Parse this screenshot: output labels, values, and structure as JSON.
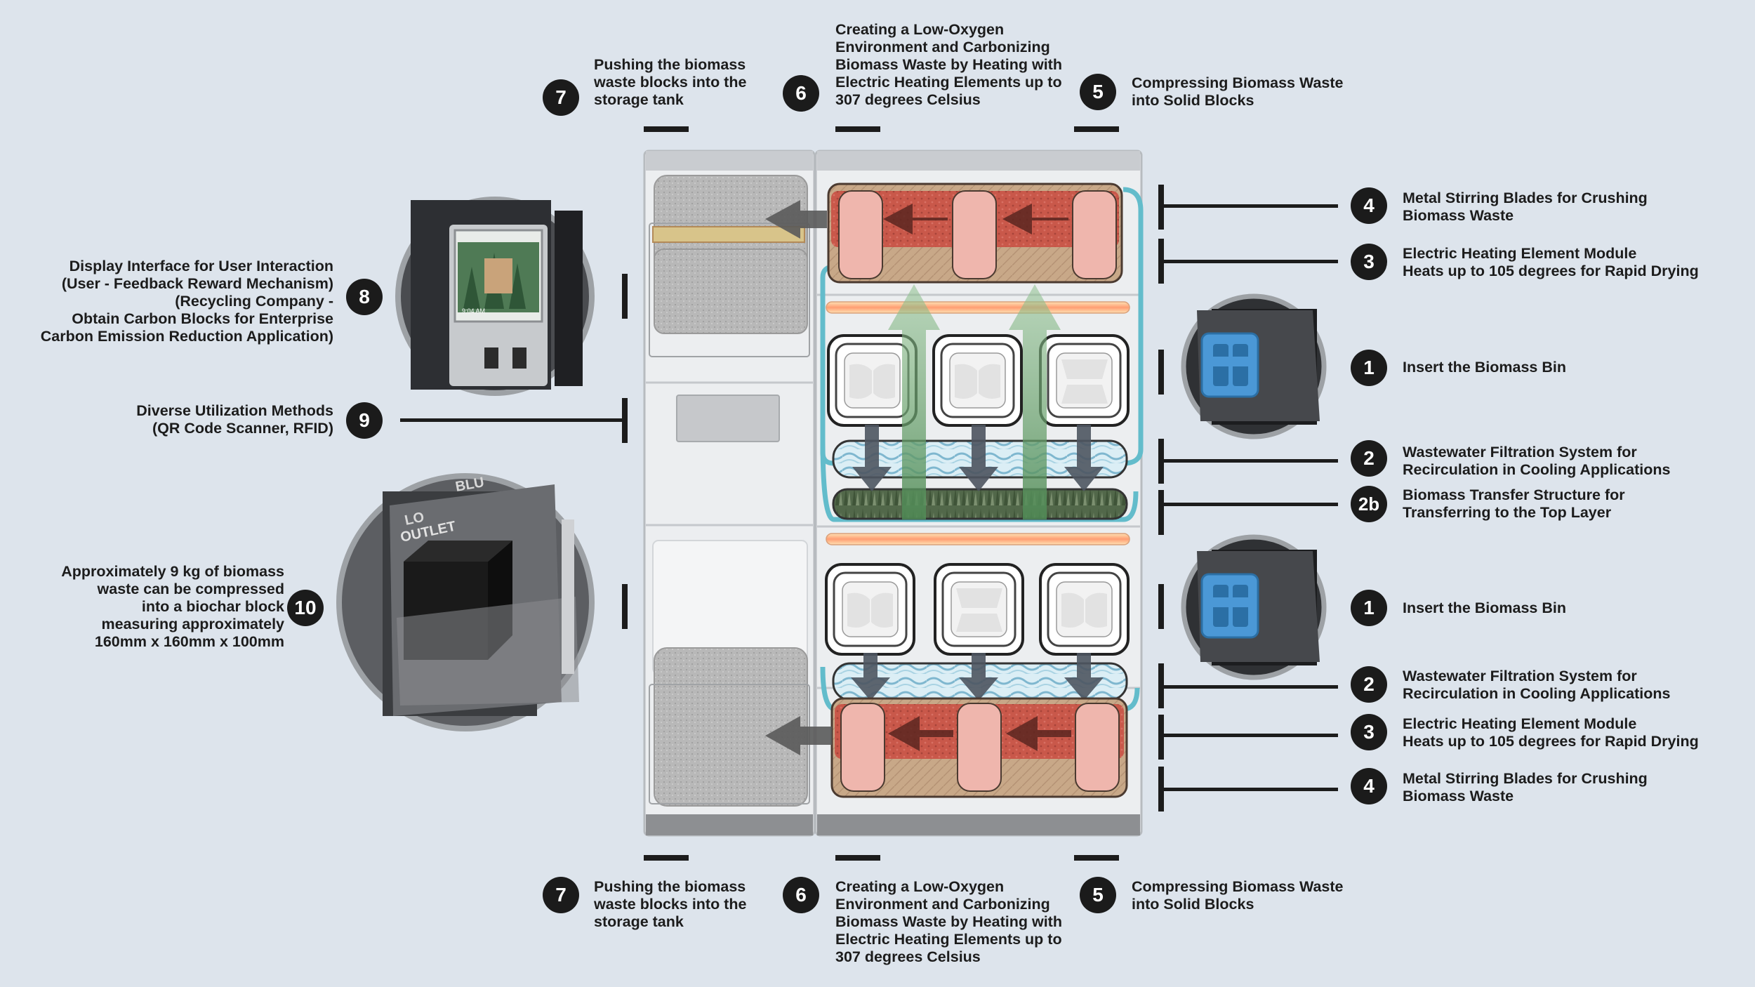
{
  "callouts": {
    "c7_top": {
      "num": "7",
      "text": "Pushing the biomass\nwaste blocks into the\nstorage tank"
    },
    "c6_top": {
      "num": "6",
      "text": "Creating a Low-Oxygen\nEnvironment and Carbonizing\nBiomass Waste by Heating with\nElectric Heating Elements up to\n307 degrees Celsius"
    },
    "c5_top": {
      "num": "5",
      "text": "Compressing Biomass Waste\ninto Solid Blocks"
    },
    "c4_top": {
      "num": "4",
      "text": "Metal Stirring Blades for Crushing\nBiomass Waste"
    },
    "c3_top": {
      "num": "3",
      "text": "Electric Heating Element Module\nHeats up to 105 degrees for Rapid Drying"
    },
    "c1_top": {
      "num": "1",
      "text": "Insert the Biomass Bin"
    },
    "c2_top": {
      "num": "2",
      "text": "Wastewater Filtration System for\nRecirculation in Cooling Applications"
    },
    "c2b": {
      "num": "2b",
      "text": "Biomass Transfer Structure for\nTransferring to the Top Layer"
    },
    "c1_bot": {
      "num": "1",
      "text": "Insert the Biomass Bin"
    },
    "c2_bot": {
      "num": "2",
      "text": "Wastewater Filtration System for\nRecirculation in Cooling Applications"
    },
    "c3_bot": {
      "num": "3",
      "text": "Electric Heating Element Module\nHeats up to 105 degrees for Rapid Drying"
    },
    "c4_bot": {
      "num": "4",
      "text": "Metal Stirring Blades for Crushing\nBiomass Waste"
    },
    "c8": {
      "num": "8",
      "text": "Display Interface for User Interaction\n(User - Feedback Reward Mechanism)\n(Recycling Company -\nObtain Carbon Blocks for Enterprise\nCarbon Emission Reduction Application)"
    },
    "c9": {
      "num": "9",
      "text": "Diverse Utilization Methods\n(QR Code Scanner, RFID)"
    },
    "c10": {
      "num": "10",
      "text": "Approximately 9 kg of biomass\nwaste can be compressed\ninto a biochar block\nmeasuring approximately\n160mm x 160mm x 100mm"
    },
    "c7_bot": {
      "num": "7",
      "text": "Pushing the biomass\nwaste blocks into the\nstorage tank"
    },
    "c6_bot": {
      "num": "6",
      "text": "Creating a Low-Oxygen\nEnvironment and Carbonizing\nBiomass Waste by Heating with\nElectric Heating Elements up to\n307 degrees Celsius"
    },
    "c5_bot": {
      "num": "5",
      "text": "Compressing Biomass Waste\ninto Solid Blocks"
    }
  },
  "detail_images": {
    "screen_time": "9:04 AM",
    "outlet_text": "OUTLET",
    "outlet_partial": "BLU",
    "outlet_partial_left": "LO"
  },
  "colors": {
    "background": "#dde4ec",
    "heater": "#e8b4ac",
    "chamber_fill": "#c49a7a",
    "cooling_loop": "#63bccb",
    "transfer_arrow": "#6fa06e",
    "push_arrow": "#5a5a5a",
    "storage_block": "#a9a9a9",
    "bin_blue": "#4b98d6"
  }
}
